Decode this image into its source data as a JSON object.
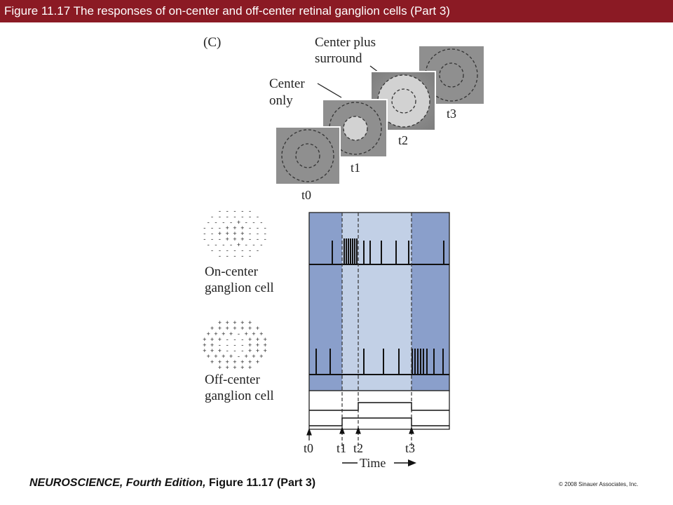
{
  "header": {
    "title": "Figure 11.17  The responses of on-center and off-center retinal ganglion cells (Part 3)"
  },
  "figure": {
    "panel_label": "(C)",
    "callout_center_plus_surround": [
      "Center plus",
      "surround"
    ],
    "callout_center_only": [
      "Center",
      "only"
    ],
    "frame_labels": [
      "t0",
      "t1",
      "t2",
      "t3"
    ],
    "on_center_label": [
      "On-center",
      "ganglion cell"
    ],
    "off_center_label": [
      "Off-center",
      "ganglion cell"
    ],
    "time_ticks": [
      "t0",
      "t1",
      "t2",
      "t3"
    ],
    "time_axis_label": "Time",
    "colors": {
      "dark_blue": "#8a9fcb",
      "light_blue": "#c2d0e6",
      "field_gray": "#8f8f8f",
      "spot_light": "#d2d2d2",
      "header_red": "#8b1a24"
    }
  },
  "footer": {
    "book_title": "NEUROSCIENCE, Fourth Edition,",
    "figure_ref": "Figure 11.17",
    "part": "(Part 3)",
    "copyright": "© 2008 Sinauer Associates, Inc."
  }
}
